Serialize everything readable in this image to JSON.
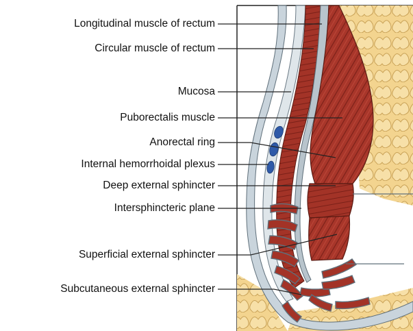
{
  "labels": [
    "Longitudinal muscle of rectum",
    "Circular muscle of rectum",
    "Mucosa",
    "Puborectalis muscle",
    "Anorectal ring",
    "Internal hemorrhoidal plexus",
    "Deep external sphincter",
    "Intersphincteric plane",
    "Superficial external sphincter",
    "Subcutaneous external sphincter"
  ],
  "colors": {
    "muscle": "#a8362a",
    "muscle_dark": "#7a2018",
    "fat": "#f3d48f",
    "fascia": "#c9d4dc",
    "vein": "#2f5aa8",
    "leader": "#222222"
  }
}
